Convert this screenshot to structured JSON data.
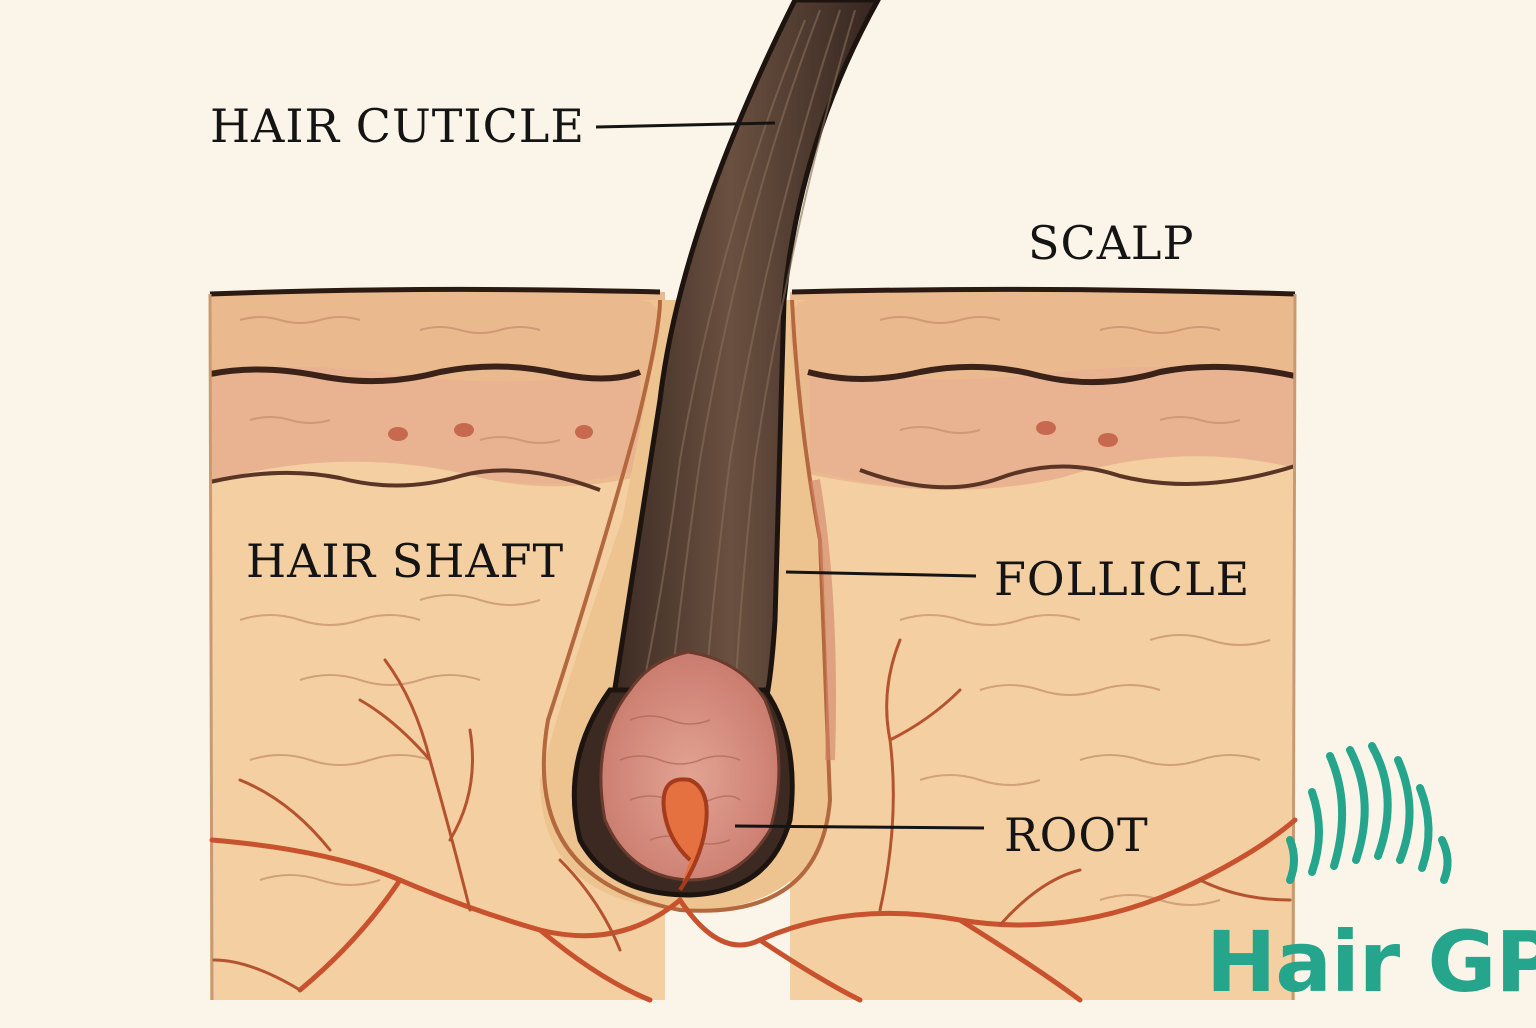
{
  "labels": {
    "hair_cuticle": "HAIR CUTICLE",
    "scalp": "SCALP",
    "hair_shaft": "HAIR SHAFT",
    "follicle": "FOLLICLE",
    "root": "ROOT"
  },
  "brand": {
    "name": "Hair GP",
    "logo_icon": "wavy-lines-icon",
    "color": "#25a58b"
  },
  "colors": {
    "background": "#fbf5e9",
    "epidermis": "#eab98e",
    "dermis": "#f3cfa2",
    "skin_band": "#d9957a",
    "hair": "#4a3429",
    "bulb": "#d98f80",
    "vessel": "#c8522e",
    "ink": "#141414"
  }
}
